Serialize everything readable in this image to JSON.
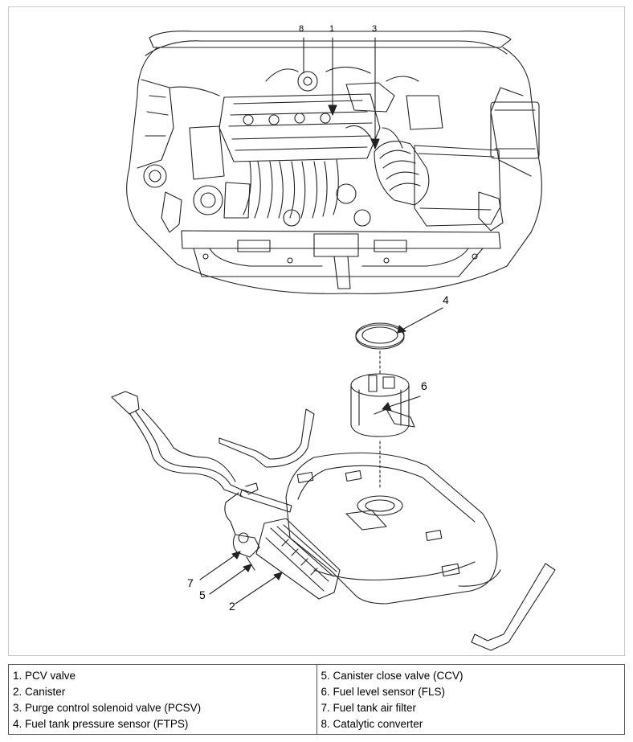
{
  "diagram": {
    "callouts": [
      {
        "id": "8",
        "label": "8"
      },
      {
        "id": "1",
        "label": "1"
      },
      {
        "id": "3",
        "label": "3"
      },
      {
        "id": "4",
        "label": "4"
      },
      {
        "id": "6",
        "label": "6"
      },
      {
        "id": "7",
        "label": "7"
      },
      {
        "id": "5",
        "label": "5"
      },
      {
        "id": "2",
        "label": "2"
      }
    ]
  },
  "legend": {
    "left": [
      "1. PCV valve",
      "2. Canister",
      "3. Purge control solenoid valve (PCSV)",
      "4. Fuel tank pressure sensor (FTPS)"
    ],
    "right": [
      "5. Canister close valve (CCV)",
      "6. Fuel level sensor (FLS)",
      "7. Fuel tank air filter",
      "8. Catalytic converter"
    ]
  }
}
